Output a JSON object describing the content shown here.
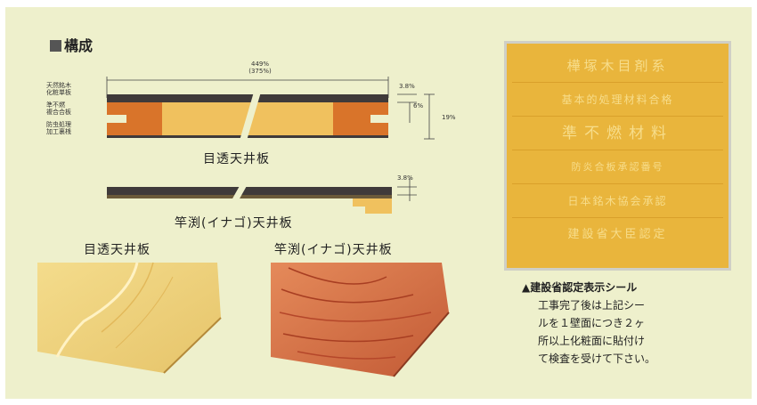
{
  "section": {
    "title": "構成"
  },
  "diagram": {
    "width_top": "449%",
    "width_bottom": "(375%)",
    "left_labels": [
      "天然銘木",
      "化粧単板",
      "準不燃",
      "複合合板",
      "防虫処理",
      "加工裏桟"
    ],
    "right_top": "3.8%",
    "right_mid": "6%",
    "right_total": "19%",
    "panel1_label": "目透天井板",
    "panel2_dim": "3.8%",
    "panel2_label": "竿渕(イナゴ)天井板"
  },
  "photos": {
    "left_label": "目透天井板",
    "right_label": "竿渕(イナゴ)天井板"
  },
  "seal": {
    "rows": [
      "樺塚木目剤系",
      "基本的処理材料合格",
      "準不燃材料",
      "防炎合板承認番号",
      "日本銘木協会承認",
      "建設省大臣認定"
    ],
    "colors": {
      "fill": "#e9b53c",
      "border": "#cfcfc6",
      "text": "#f7dd8b"
    }
  },
  "caption": {
    "heading": "▲建設省認定表示シール",
    "lines": [
      "工事完了後は上記シー",
      "ルを１壁面につき２ヶ",
      "所以上化粧面に貼付け",
      "て検査を受けて下さい。"
    ]
  }
}
